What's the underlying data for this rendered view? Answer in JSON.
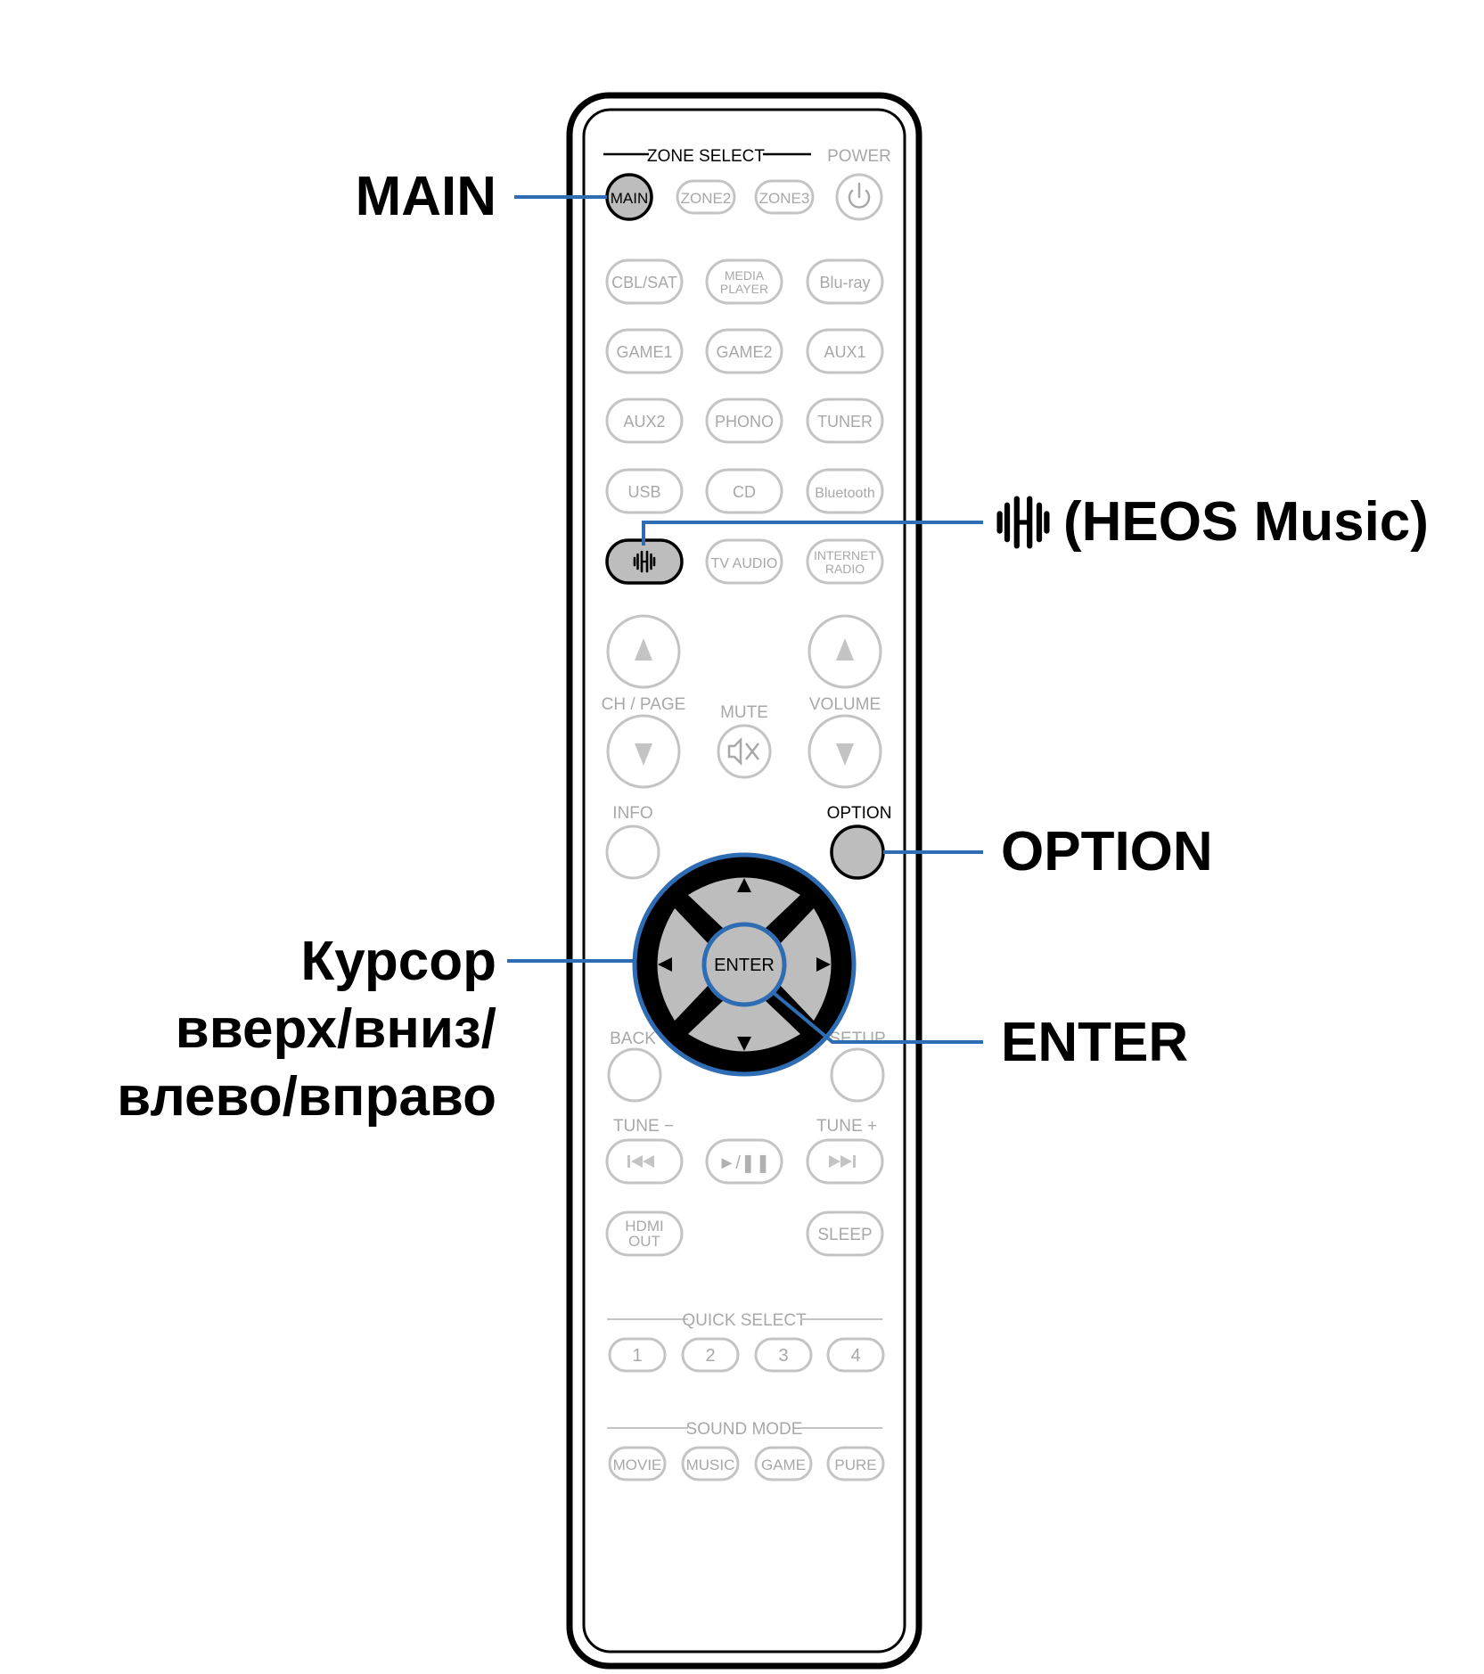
{
  "callouts": {
    "main": "MAIN",
    "heos": "(HEOS Music)",
    "option": "OPTION",
    "enter": "ENTER",
    "cursor_line1": "Курсор",
    "cursor_line2": "вверх/вниз/",
    "cursor_line3": "влево/вправо"
  },
  "remote": {
    "zone_select_label": "ZONE SELECT",
    "power_label": "POWER",
    "zone_buttons": [
      "MAIN",
      "ZONE2",
      "ZONE3"
    ],
    "source_rows": [
      [
        {
          "l1": "CBL/SAT"
        },
        {
          "l1": "MEDIA",
          "l2": "PLAYER"
        },
        {
          "l1": "Blu-ray"
        }
      ],
      [
        {
          "l1": "GAME1"
        },
        {
          "l1": "GAME2"
        },
        {
          "l1": "AUX1"
        }
      ],
      [
        {
          "l1": "AUX2"
        },
        {
          "l1": "PHONO"
        },
        {
          "l1": "TUNER"
        }
      ],
      [
        {
          "l1": "USB"
        },
        {
          "l1": "CD"
        },
        {
          "l1": "Bluetooth"
        }
      ],
      [
        {
          "l1": ""
        },
        {
          "l1": "TV AUDIO"
        },
        {
          "l1": "INTERNET",
          "l2": "RADIO"
        }
      ]
    ],
    "ch_page_label": "CH / PAGE",
    "mute_label": "MUTE",
    "volume_label": "VOLUME",
    "info_label": "INFO",
    "option_label": "OPTION",
    "enter_label": "ENTER",
    "back_label": "BACK",
    "setup_label": "SETUP",
    "tune_minus_label": "TUNE −",
    "tune_plus_label": "TUNE +",
    "play_pause_label": "►/❚❚",
    "hdmi_out_l1": "HDMI",
    "hdmi_out_l2": "OUT",
    "sleep_label": "SLEEP",
    "quick_select_label": "QUICK SELECT",
    "quick_select_buttons": [
      "1",
      "2",
      "3",
      "4"
    ],
    "sound_mode_label": "SOUND MODE",
    "sound_mode_buttons": [
      "MOVIE",
      "MUSIC",
      "GAME",
      "PURE"
    ]
  },
  "colors": {
    "highlight_fill": "#bdbdbd",
    "leader_line": "#2e6db4",
    "faded_outline": "#c4c4c4",
    "faded_text": "#a8a8a8",
    "dpad_fill": "#bdbdbd",
    "dpad_ring": "#2e6db4"
  },
  "icons": {
    "heos": "heos-icon",
    "power": "power-icon",
    "mute": "mute-icon"
  }
}
